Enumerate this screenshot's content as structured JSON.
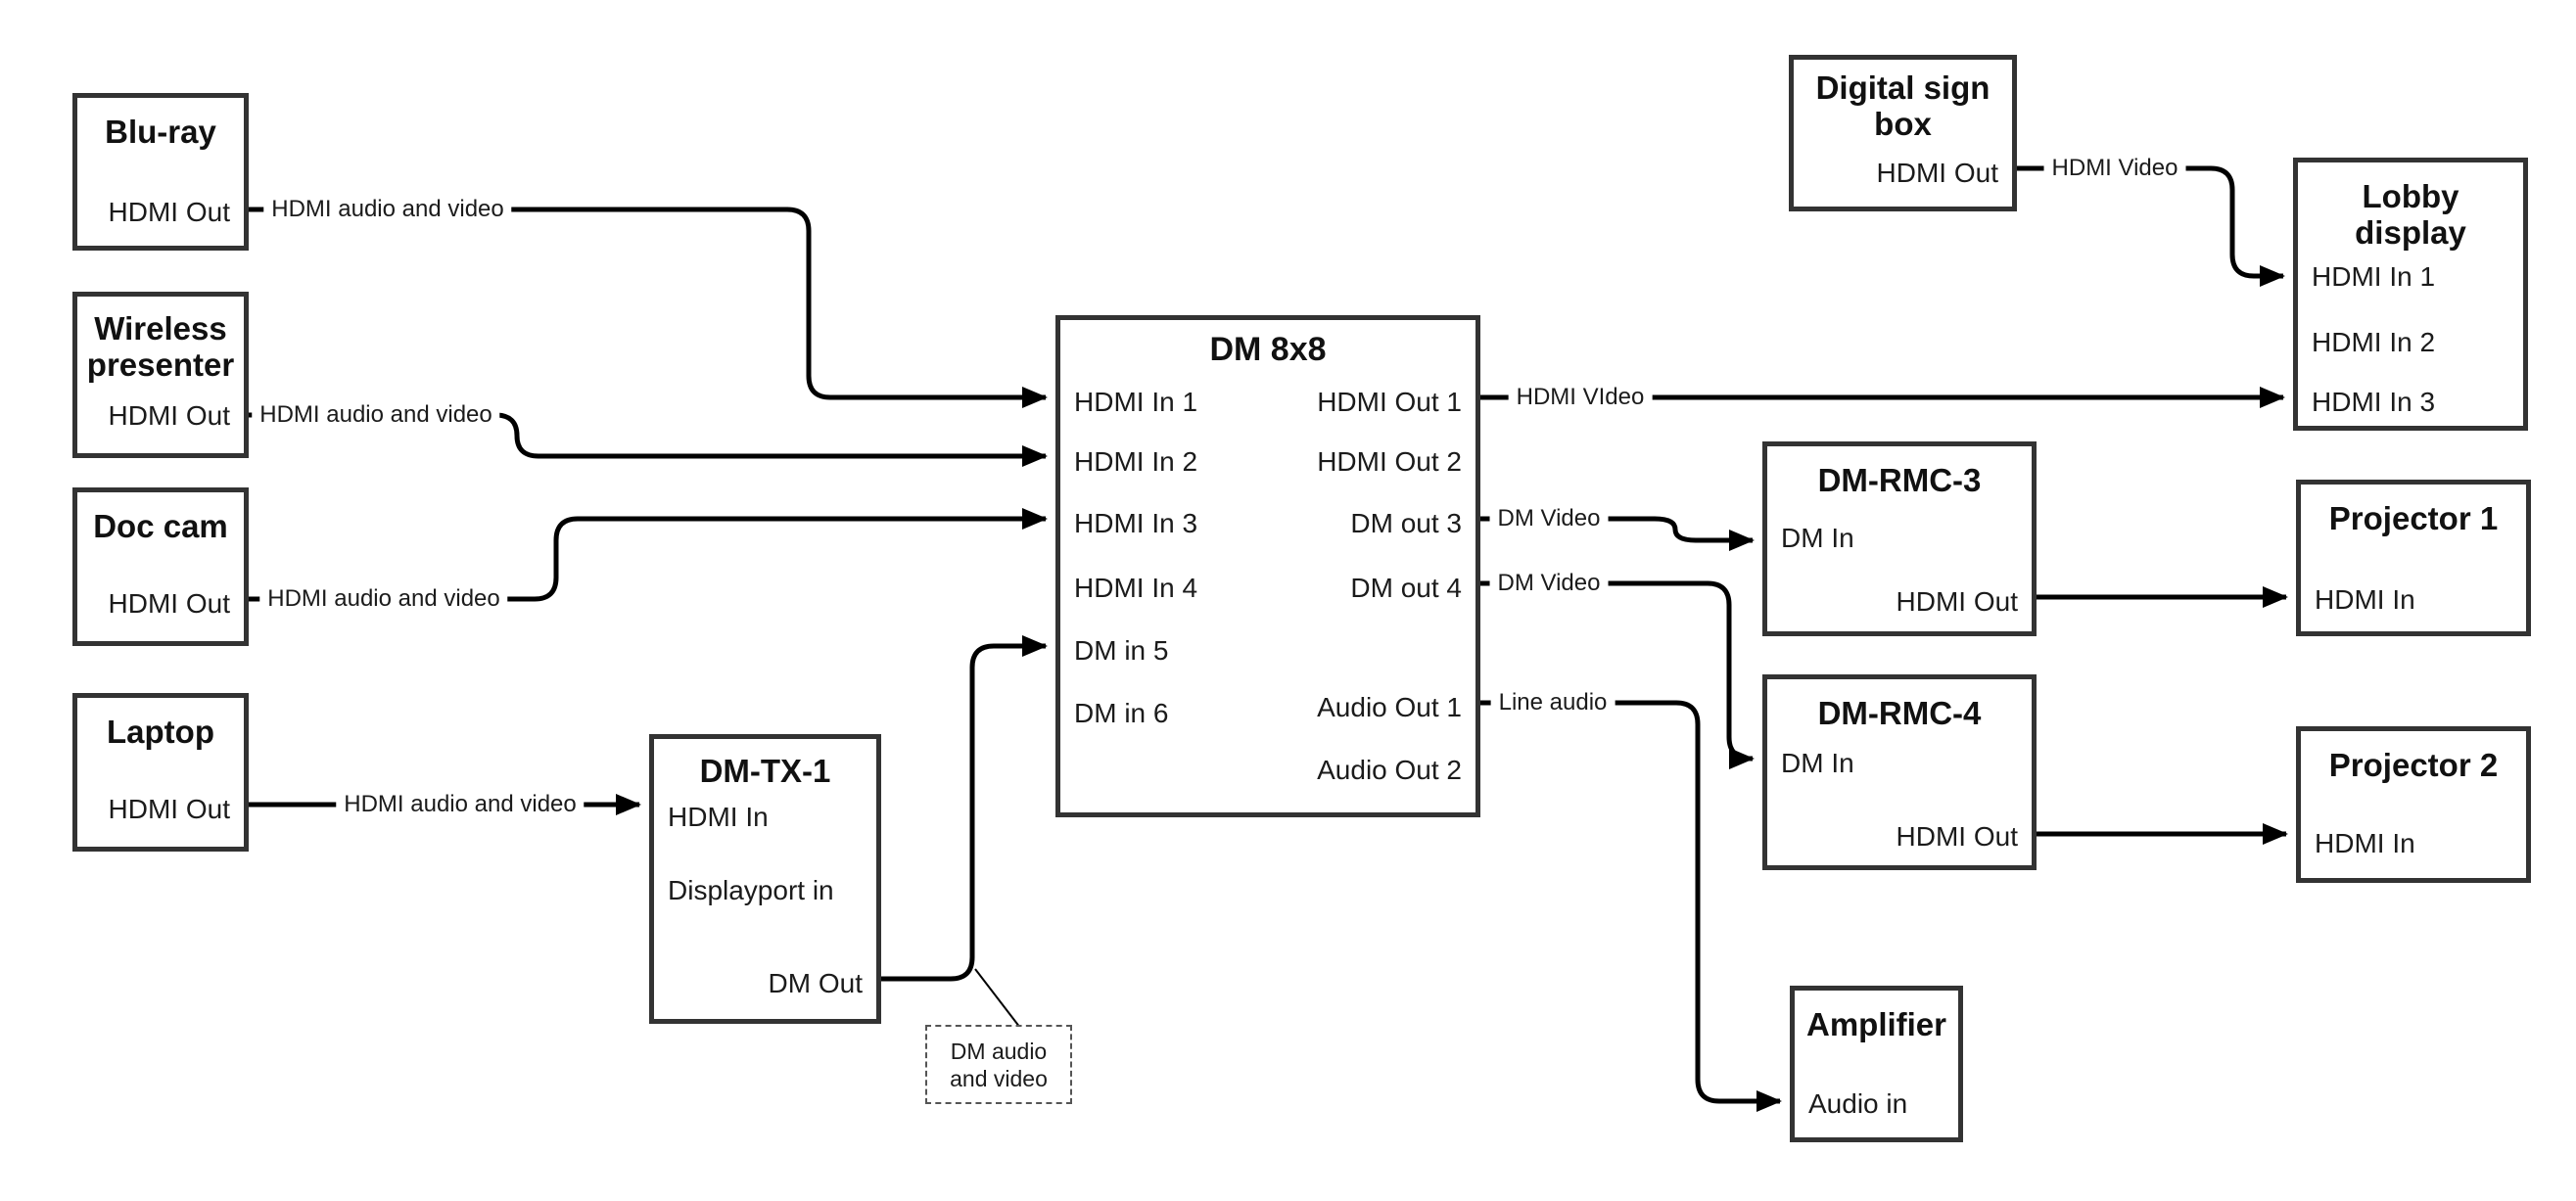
{
  "canvas": {
    "background": "#ffffff",
    "line_color": "#000000",
    "box_border_color": "#333333",
    "text_color": "#1b1b1b"
  },
  "nodes": {
    "bluray": {
      "title": "Blu-ray",
      "ports": {
        "out": "HDMI Out"
      }
    },
    "wireless_presenter": {
      "title": "Wireless presenter",
      "ports": {
        "out": "HDMI Out"
      }
    },
    "doc_cam": {
      "title": "Doc cam",
      "ports": {
        "out": "HDMI Out"
      }
    },
    "laptop": {
      "title": "Laptop",
      "ports": {
        "out": "HDMI Out"
      }
    },
    "dm_tx_1": {
      "title": "DM-TX-1",
      "ports": {
        "hdmi_in": "HDMI In",
        "displayport_in": "Displayport in",
        "dm_out": "DM Out"
      }
    },
    "dm_8x8": {
      "title": "DM 8x8",
      "inputs": [
        "HDMI In 1",
        "HDMI In 2",
        "HDMI In 3",
        "HDMI In 4",
        "DM in 5",
        "DM in 6"
      ],
      "outputs": [
        "HDMI Out 1",
        "HDMI Out 2",
        "DM out 3",
        "DM out 4",
        "Audio Out 1",
        "Audio Out 2"
      ]
    },
    "digital_sign_box": {
      "title": "Digital sign box",
      "ports": {
        "out": "HDMI Out"
      }
    },
    "lobby_display": {
      "title": "Lobby display",
      "inputs": [
        "HDMI In 1",
        "HDMI In 2",
        "HDMI In 3"
      ]
    },
    "dm_rmc_3": {
      "title": "DM-RMC-3",
      "ports": {
        "dm_in": "DM In",
        "hdmi_out": "HDMI Out"
      }
    },
    "dm_rmc_4": {
      "title": "DM-RMC-4",
      "ports": {
        "dm_in": "DM In",
        "hdmi_out": "HDMI Out"
      }
    },
    "projector_1": {
      "title": "Projector 1",
      "ports": {
        "hdmi_in": "HDMI In"
      }
    },
    "projector_2": {
      "title": "Projector 2",
      "ports": {
        "hdmi_in": "HDMI In"
      }
    },
    "amplifier": {
      "title": "Amplifier",
      "ports": {
        "audio_in": "Audio in"
      }
    },
    "note": {
      "text": "DM audio and video"
    }
  },
  "edge_labels": {
    "bluray_to_dm": "HDMI audio and video",
    "wireless_to_dm": "HDMI audio and video",
    "doccam_to_dm": "HDMI audio and video",
    "laptop_to_tx": "HDMI audio and video",
    "out1_to_lobby": "HDMI VIdeo",
    "out3_to_rmc3": "DM Video",
    "out4_to_rmc4": "DM Video",
    "audio1_to_amp": "Line audio",
    "sign_to_lobby": "HDMI Video"
  }
}
